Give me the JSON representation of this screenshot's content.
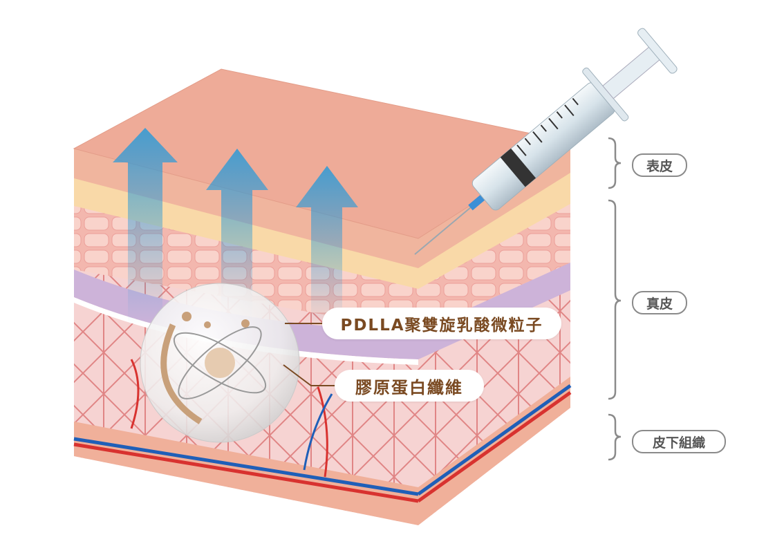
{
  "layers": {
    "epidermis": "表皮",
    "dermis": "真皮",
    "subcutaneous": "皮下組織"
  },
  "callouts": {
    "microparticle": "PDLLA聚雙旋乳酸微粒子",
    "collagen": "膠原蛋白纖維"
  },
  "colors": {
    "label_text": "#7a4a22",
    "arrow": "#2a9ad8",
    "bracket": "#8a8a8a"
  }
}
